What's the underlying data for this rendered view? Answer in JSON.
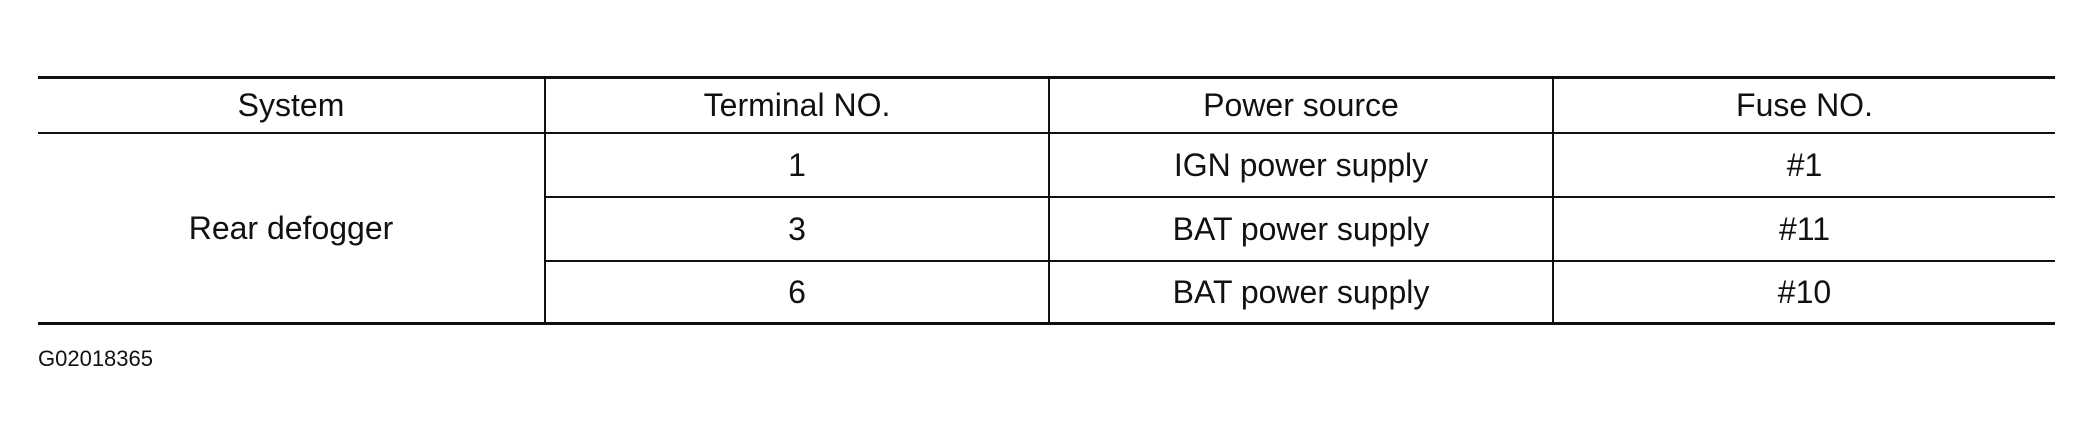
{
  "table": {
    "headers": [
      "System",
      "Terminal NO.",
      "Power source",
      "Fuse NO."
    ],
    "system": "Rear defogger",
    "rows": [
      {
        "terminal": "1",
        "power_source": "IGN power supply",
        "fuse": "#1"
      },
      {
        "terminal": "3",
        "power_source": "BAT power supply",
        "fuse": "#11"
      },
      {
        "terminal": "6",
        "power_source": "BAT power supply",
        "fuse": "#10"
      }
    ]
  },
  "figure_id": "G02018365"
}
